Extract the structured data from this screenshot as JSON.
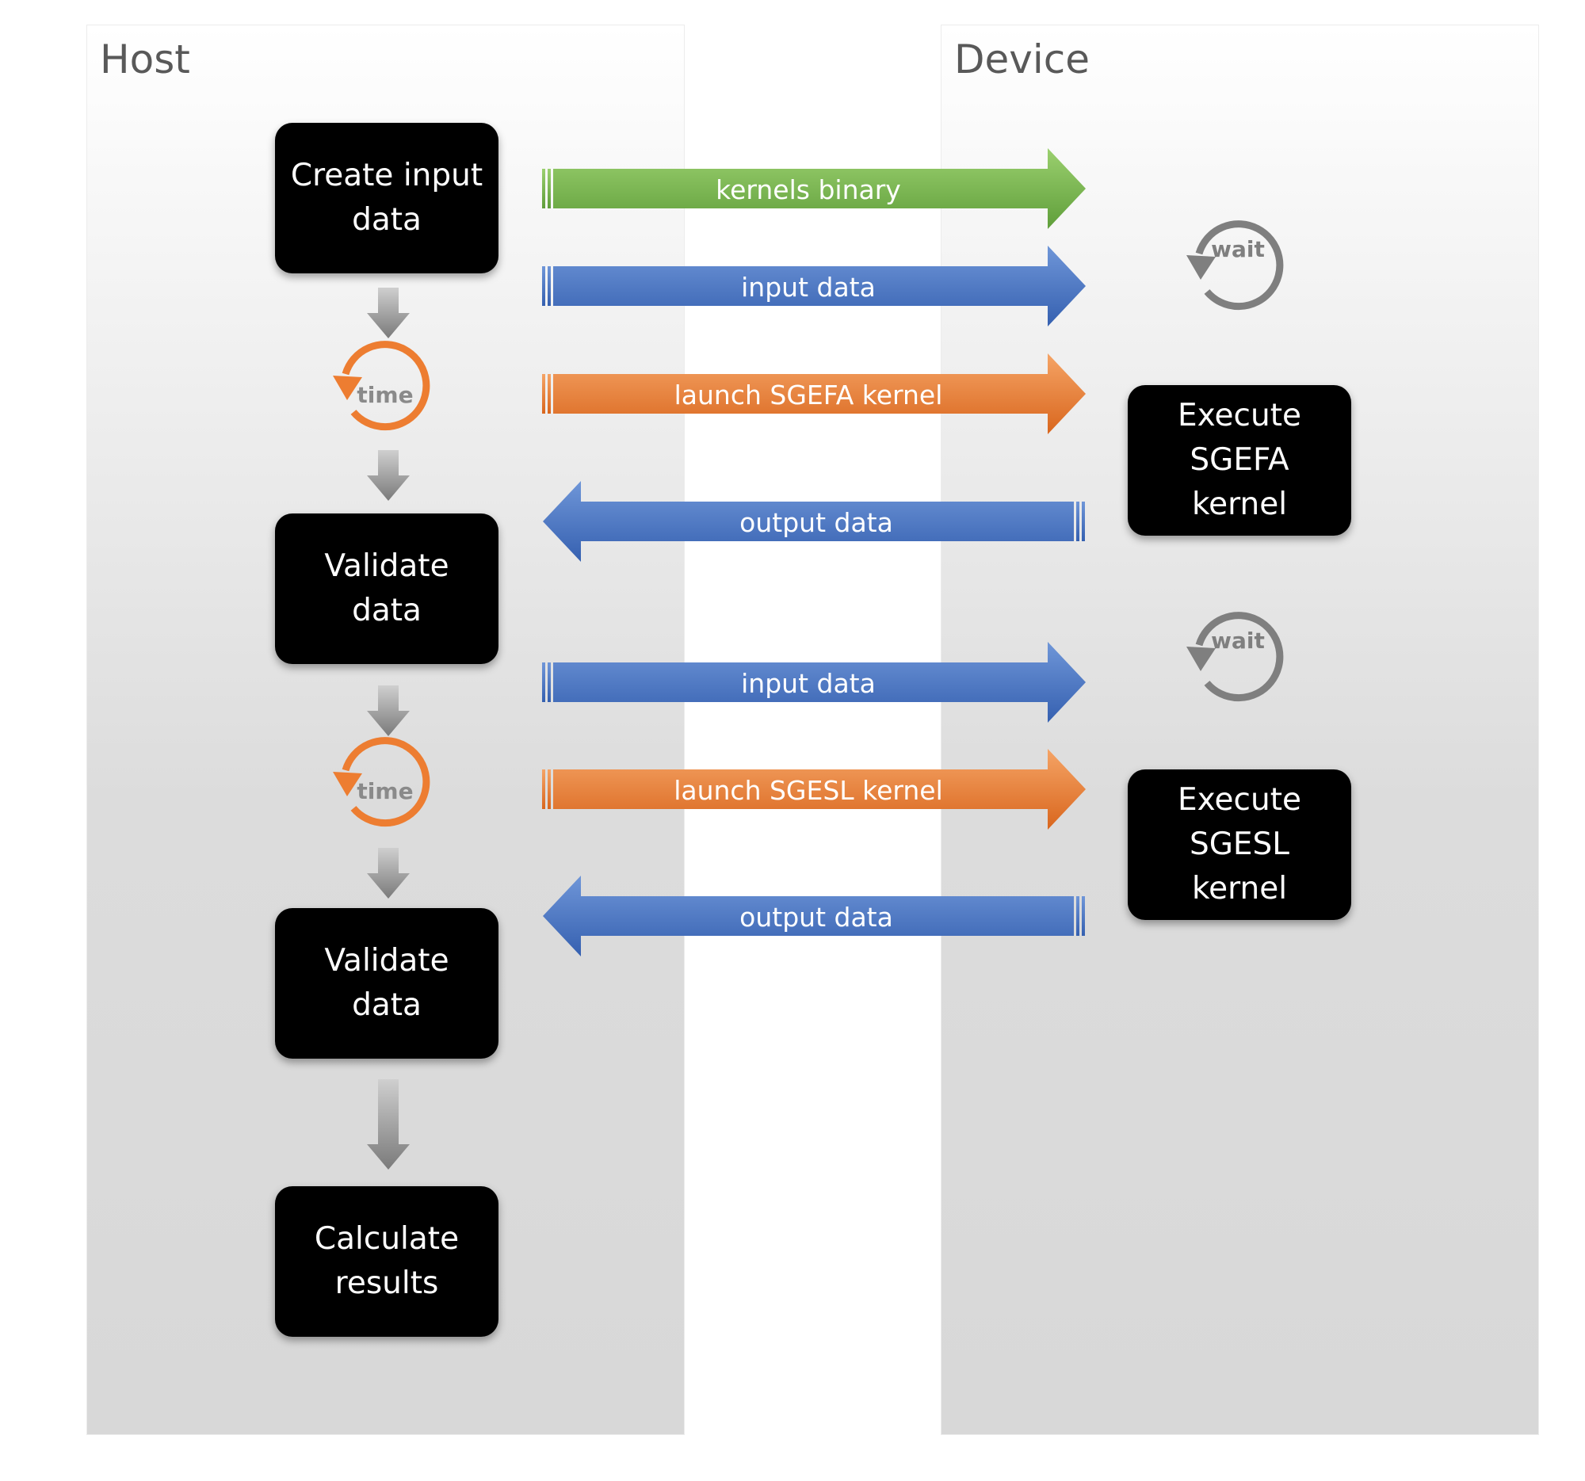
{
  "lanes": {
    "host": "Host",
    "device": "Device"
  },
  "host_steps": [
    "Create input\ndata",
    "Validate\ndata",
    "Validate\ndata",
    "Calculate\nresults"
  ],
  "device_steps": [
    "Execute\nSGEFA\nkernel",
    "Execute\nSGESL\nkernel"
  ],
  "timers": [
    "time",
    "time"
  ],
  "waits": [
    "wait",
    "wait"
  ],
  "transfers": [
    {
      "label": "kernels binary",
      "direction": "to-device",
      "color": "#70ad47"
    },
    {
      "label": "input data",
      "direction": "to-device",
      "color": "#4472c4"
    },
    {
      "label": "launch SGEFA kernel",
      "direction": "to-device",
      "color": "#ed7d31"
    },
    {
      "label": "output data",
      "direction": "to-host",
      "color": "#4472c4"
    },
    {
      "label": "input data",
      "direction": "to-device",
      "color": "#4472c4"
    },
    {
      "label": "launch SGESL kernel",
      "direction": "to-device",
      "color": "#ed7d31"
    },
    {
      "label": "output data",
      "direction": "to-host",
      "color": "#4472c4"
    }
  ],
  "colors": {
    "timer": "#ed7d31",
    "wait": "#7f7f7f",
    "flow_arrow": "#8c8c8c"
  }
}
